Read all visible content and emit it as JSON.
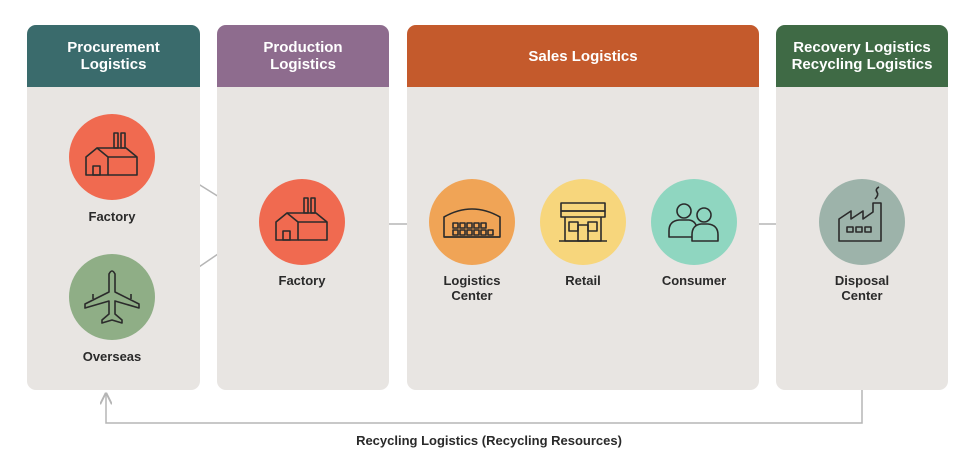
{
  "colors": {
    "panel_bg": "#e8e5e2",
    "header_procurement": "#3a6b6c",
    "header_production": "#8e6c8e",
    "header_sales": "#c45a2c",
    "header_recovery": "#3f6a45",
    "circle_factory": "#f06a50",
    "circle_overseas": "#8fae86",
    "circle_logistics": "#f0a456",
    "circle_retail": "#f7d67c",
    "circle_consumer": "#8fd6c0",
    "circle_disposal": "#9db3aa",
    "arrow": "#b5b5b5"
  },
  "sections": {
    "procurement": {
      "title": "Procurement\nLogistics"
    },
    "production": {
      "title": "Production\nLogistics"
    },
    "sales": {
      "title": "Sales Logistics"
    },
    "recovery": {
      "title": "Recovery Logistics\nRecycling Logistics"
    }
  },
  "nodes": {
    "procurement_factory": {
      "label": "Factory",
      "icon": "factory-icon"
    },
    "overseas": {
      "label": "Overseas",
      "icon": "airplane-icon"
    },
    "production_factory": {
      "label": "Factory",
      "icon": "factory-icon"
    },
    "logistics_center": {
      "label": "Logistics\nCenter",
      "icon": "warehouse-icon"
    },
    "retail": {
      "label": "Retail",
      "icon": "store-icon"
    },
    "consumer": {
      "label": "Consumer",
      "icon": "people-icon"
    },
    "disposal_center": {
      "label": "Disposal\nCenter",
      "icon": "disposal-factory-icon"
    }
  },
  "footer": {
    "caption": "Recycling Logistics (Recycling Resources)"
  }
}
